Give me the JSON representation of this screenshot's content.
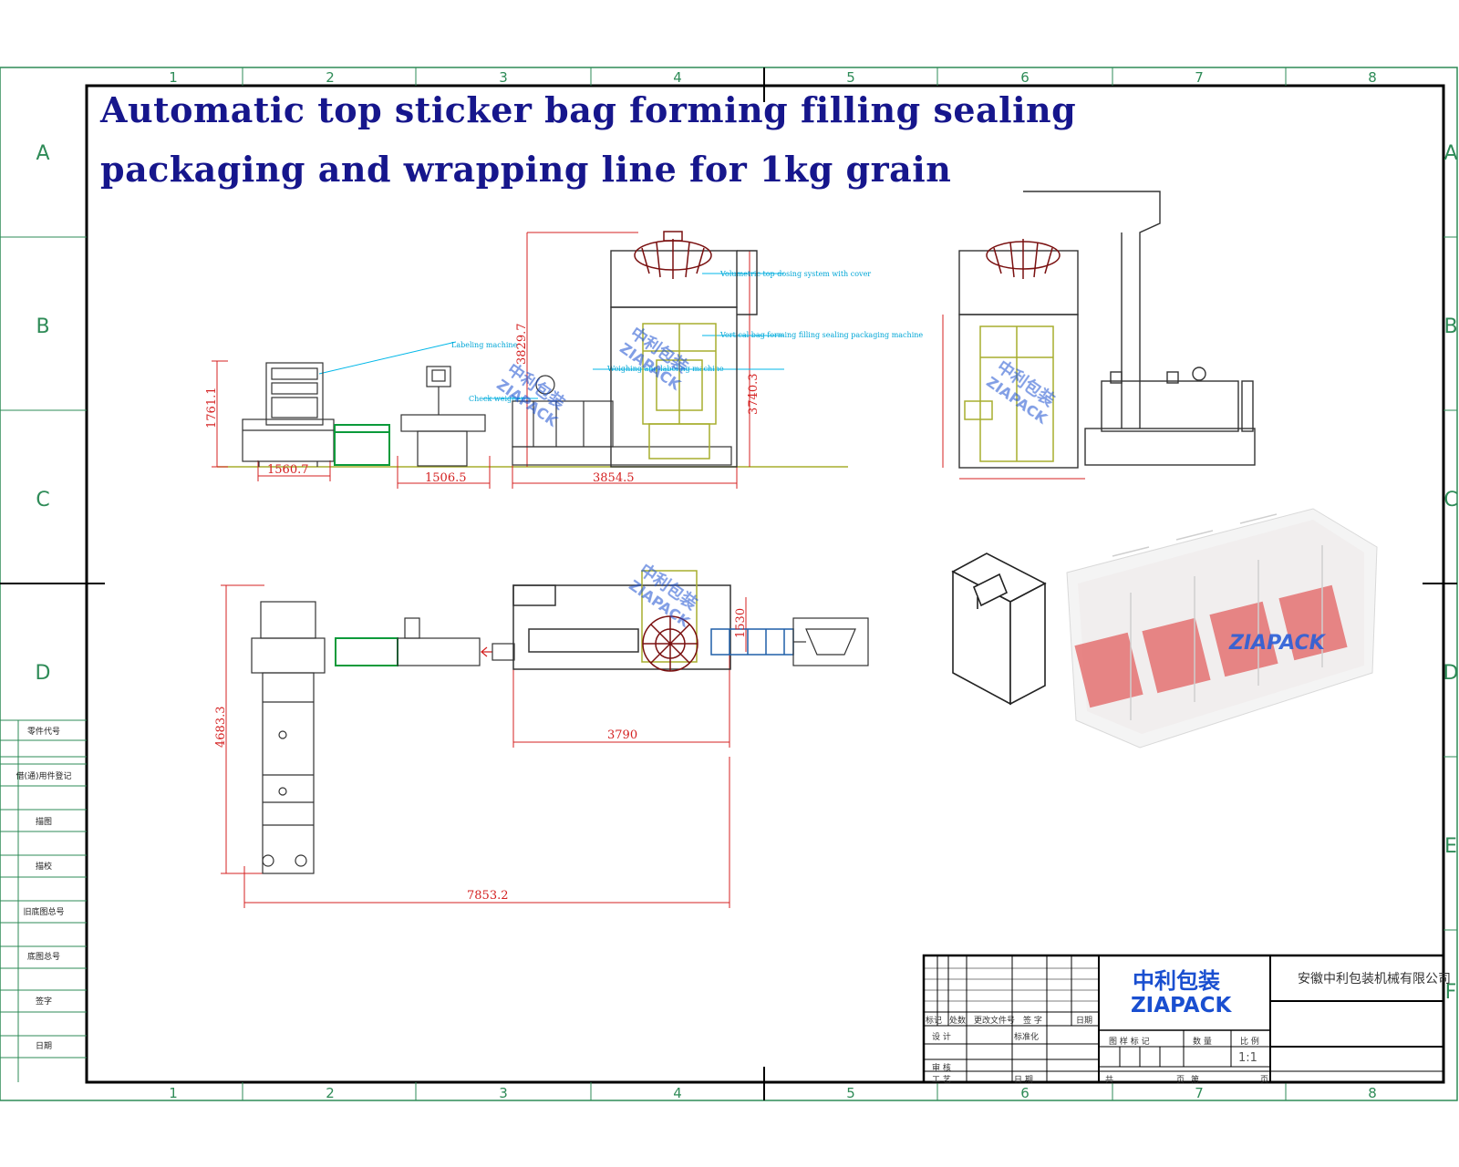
{
  "title": {
    "line1": "Automatic top sticker bag forming filling sealing",
    "line2": "packaging and wrapping line for 1kg grain"
  },
  "frame": {
    "columns": [
      "1",
      "2",
      "3",
      "4",
      "5",
      "6",
      "7",
      "8"
    ],
    "rows_left": [
      "A",
      "B",
      "C",
      "D"
    ],
    "rows_right": [
      "A",
      "B",
      "C",
      "D",
      "E",
      "F"
    ]
  },
  "colors": {
    "frame_green": "#2e8b57",
    "title_blue": "#16168c",
    "dimension_red": "#d42020",
    "leader_cyan": "#00b7e8",
    "machine_olive": "#a7ad2e",
    "conveyor_green": "#0a9a3a",
    "brand_blue": "#1a4fd0",
    "brand_red": "#d23a2a"
  },
  "front_view": {
    "dimensions": {
      "height_left": "1761.1",
      "width_a": "1560.7",
      "width_b": "1506.5",
      "width_c": "3854.5",
      "height_main": "3740.3",
      "height_mid": "3829.7"
    },
    "callouts": [
      "Volumetric top dosing system with cover",
      "Vertical bag forming filling sealing packaging machine",
      "Labeling machine",
      "Weighing and labeling machine",
      "Check weigher"
    ]
  },
  "plan_view": {
    "dimensions": {
      "depth": "4683.3",
      "conveyor": "3790",
      "overall_length": "7853.2",
      "outlet": "1530"
    }
  },
  "watermark": {
    "cn": "中利包装",
    "en": "ZIAPACK"
  },
  "product_photo": {
    "brand": "ZIAPACK"
  },
  "title_block": {
    "logo_cn": "中利包装",
    "logo_en": "ZIAPACK",
    "company": "安徽中利包装机械有限公司",
    "scale": "1:1",
    "sidebar_labels": [
      "零件代号",
      "借(通)用件登记",
      "描图",
      "描校",
      "旧底图总号",
      "底图总号",
      "签字",
      "日期"
    ],
    "revision_headers": [
      "标记",
      "处数",
      "更改文件号",
      "签 字",
      "日期"
    ],
    "rows": [
      "设 计",
      "标准化",
      "审 核",
      "工 艺",
      "日 期"
    ],
    "cols": [
      "图 样 标 记",
      "数 量",
      "比 例"
    ],
    "sheet": [
      "共",
      "页",
      "第",
      "页"
    ]
  }
}
